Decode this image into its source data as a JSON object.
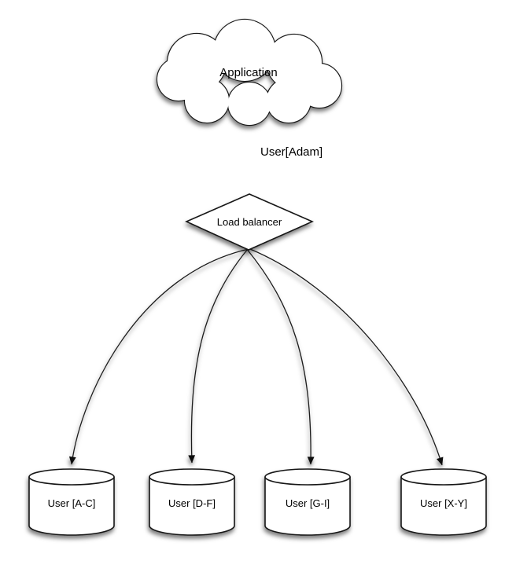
{
  "diagram": {
    "application": {
      "label": "Application"
    },
    "request_edge": {
      "label": "User[Adam]"
    },
    "load_balancer": {
      "label": "Load balancer"
    },
    "shards": [
      {
        "label": "User [A-C]"
      },
      {
        "label": "User [D-F]"
      },
      {
        "label": "User [G-I]"
      },
      {
        "label": "User [X-Y]"
      }
    ],
    "colors": {
      "stroke": "#161616",
      "shape_fill": "#ffffff",
      "background": "#ffffff",
      "text": "#000000"
    }
  }
}
